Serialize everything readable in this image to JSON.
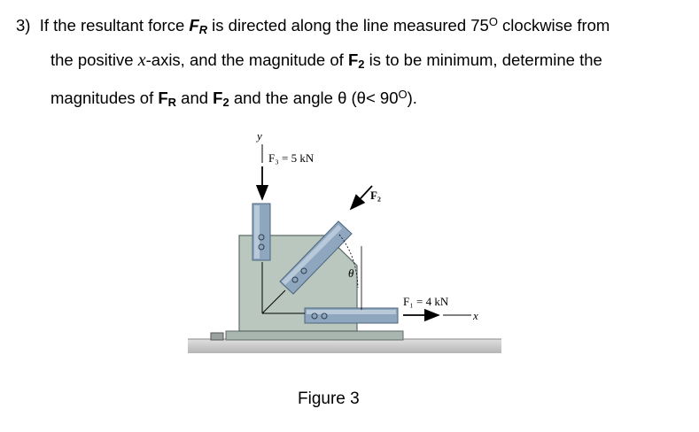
{
  "problem": {
    "number": "3)",
    "line1_a": "If the resultant force ",
    "fr_F": "F",
    "fr_sub": "R",
    "line1_b": " is directed along the line measured 75",
    "deg1": "O",
    "line1_c": " clockwise from",
    "line2_a": "the positive ",
    "line2_x": "x",
    "line2_b": "-axis, and the magnitude of ",
    "f2_F": "F",
    "f2_sub": "2",
    "line2_c": " is to be minimum, determine the",
    "line3_a": "magnitudes of ",
    "line3_b": " and ",
    "line3_c": " and the angle θ (θ< 90",
    "deg2": "O",
    "line3_d": ")."
  },
  "figure": {
    "caption": "Figure 3",
    "label_y": "y",
    "label_x": "x",
    "label_f3": "F₃ = 5 kN",
    "label_f2": "F₂",
    "label_f1": "F₁ = 4 kN",
    "label_theta": "θ"
  },
  "colors": {
    "plate": "#b9c7bf",
    "plate_edge": "#5f6b66",
    "member": "#8fa6bf",
    "member_dark": "#4e657d",
    "ground": "#cfcfcf"
  }
}
